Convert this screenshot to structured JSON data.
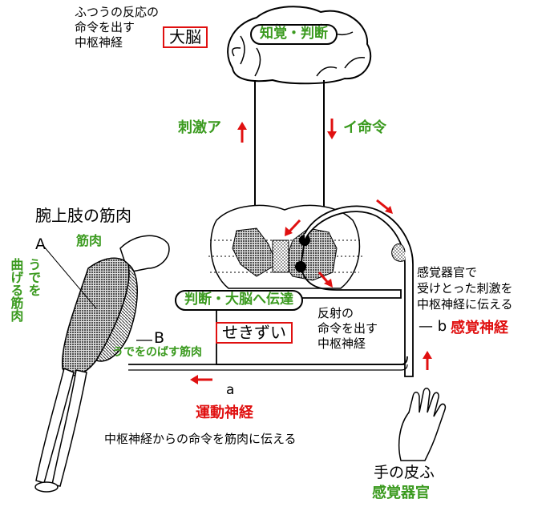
{
  "colors": {
    "green": "#3a9a1e",
    "red": "#e01010",
    "black": "#000000",
    "gray": "#8a8a8a"
  },
  "brain": {
    "normal_response_center": [
      "ふつうの反応の",
      "命令を出す",
      "中枢神経"
    ],
    "label": "大脳",
    "function": "知覚・判断"
  },
  "pathway": {
    "stimulus_up": "刺激ア",
    "command_down": "イ命令"
  },
  "spinal_cord": {
    "label": "せきずい",
    "transmit": "判断・大脳へ伝達",
    "reflex_center": [
      "反射の",
      "命令を出す",
      "中枢神経"
    ]
  },
  "arm": {
    "title": "腕上肢の筋肉",
    "muscle_label": "筋肉",
    "A": "A",
    "A_desc": [
      "うでを",
      "曲げる筋肉"
    ],
    "B": "B",
    "B_desc": "うでをのばす筋肉"
  },
  "motor": {
    "letter": "a",
    "name": "運動神経",
    "desc": "中枢神経からの命令を筋肉に伝える"
  },
  "sensory": {
    "desc": [
      "感覚器官で",
      "受けとった刺激を",
      "中枢神経に伝える"
    ],
    "letter": "b",
    "name": "感覚神経"
  },
  "skin": {
    "label": "手の皮ふ",
    "organ": "感覚器官"
  },
  "icons": [
    "brain-icon",
    "spinal-cord-cross-section",
    "arm-icon",
    "hand-icon",
    "arrow-up-icon",
    "arrow-down-icon",
    "arrow-left-icon"
  ]
}
